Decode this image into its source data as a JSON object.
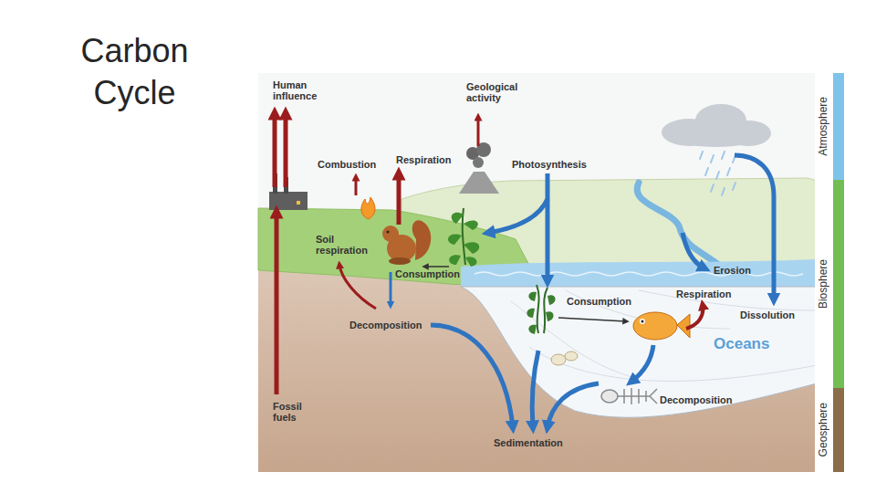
{
  "diagram": {
    "title": "Carbon Cycle",
    "nodes": [
      {
        "text": [
          "Atmosphere"
        ]
      },
      {
        "text": [
          "Biosphere"
        ]
      },
      {
        "text": [
          "Geosphere"
        ]
      }
    ],
    "labels": [
      "Human influence",
      "Geological activity",
      "Combustion",
      "Respiration",
      "Photosynthesis",
      "Soil respiration",
      "Consumption",
      "Decomposition",
      "Erosion",
      "Consumption",
      "Respiration",
      "Dissolution",
      "Oceans",
      "Fossil fuels",
      "Decomposition",
      "Sedimentation"
    ]
  }
}
